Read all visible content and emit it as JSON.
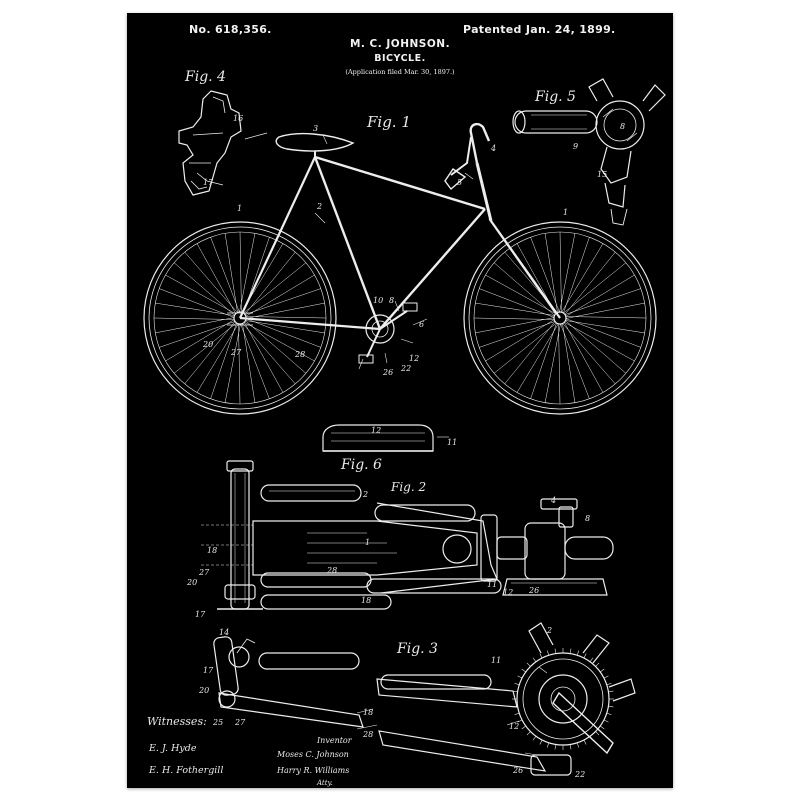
{
  "patent": {
    "number": "No. 618,356.",
    "date": "Patented Jan. 24, 1899.",
    "inventor": "M. C. JOHNSON.",
    "title": "BICYCLE.",
    "application": "(Application filed Mar. 30, 1897.)"
  },
  "figures": {
    "fig1": "Fig. 1",
    "fig2": "Fig. 2",
    "fig3": "Fig. 3",
    "fig4": "Fig. 4",
    "fig5": "Fig. 5",
    "fig6": "Fig. 6"
  },
  "labels": {
    "fig4_16": "16",
    "fig4_17": "17",
    "fig5_8": "8",
    "fig5_9": "9",
    "fig5_15": "15",
    "fig1_1a": "1",
    "fig1_1b": "1",
    "fig1_2": "2",
    "fig1_3": "3",
    "fig1_4": "4",
    "fig1_5": "5",
    "fig1_6": "6",
    "fig1_8": "8",
    "fig1_10": "10",
    "fig1_12": "12",
    "fig1_20": "20",
    "fig1_22": "22",
    "fig1_26": "26",
    "fig1_27": "27",
    "fig1_28": "28",
    "fig6_12": "12",
    "fig6_11": "11",
    "fig2_1": "1",
    "fig2_2": "2",
    "fig2_4": "4",
    "fig2_8": "8",
    "fig2_11": "11",
    "fig2_12": "12",
    "fig2_17": "17",
    "fig2_18a": "18",
    "fig2_18b": "18",
    "fig2_20": "20",
    "fig2_26": "26",
    "fig2_27": "27",
    "fig2_28": "28",
    "fig3_2": "2",
    "fig3_11": "11",
    "fig3_12": "12",
    "fig3_14": "14",
    "fig3_17": "17",
    "fig3_18": "18",
    "fig3_20": "20",
    "fig3_22": "22",
    "fig3_25": "25",
    "fig3_26": "26",
    "fig3_27": "27",
    "fig3_28": "28"
  },
  "signatures": {
    "witnesses_heading": "Witnesses:",
    "witness_1": "E. J. Hyde",
    "witness_2": "E. H. Fothergill",
    "inventor_heading": "Inventor",
    "inventor_sig": "Moses C. Johnson",
    "attorney_sig": "Harry R. Williams",
    "attorney_role": "Atty."
  },
  "colors": {
    "background": "#000000",
    "ink": "#f2f2f2",
    "frame": "#ffffff"
  }
}
